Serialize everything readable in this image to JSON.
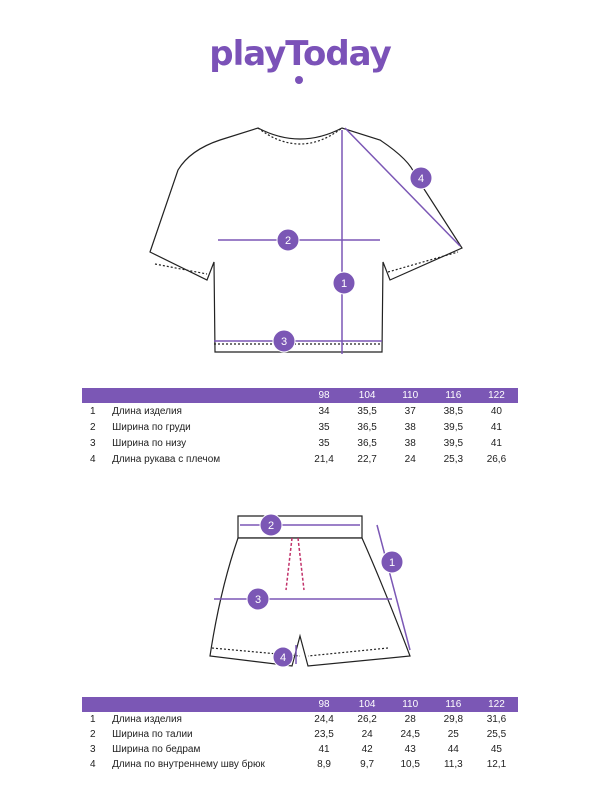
{
  "brand": {
    "logo": "playToday"
  },
  "top": {
    "markers": [
      "1",
      "2",
      "3",
      "4"
    ],
    "sizes": [
      "98",
      "104",
      "110",
      "116",
      "122"
    ],
    "rows": [
      {
        "n": "1",
        "label": "Длина изделия",
        "values": [
          "34",
          "35,5",
          "37",
          "38,5",
          "40"
        ]
      },
      {
        "n": "2",
        "label": "Ширина по груди",
        "values": [
          "35",
          "36,5",
          "38",
          "39,5",
          "41"
        ]
      },
      {
        "n": "3",
        "label": "Ширина по низу",
        "values": [
          "35",
          "36,5",
          "38",
          "39,5",
          "41"
        ]
      },
      {
        "n": "4",
        "label": "Длина рукава с плечом",
        "values": [
          "21,4",
          "22,7",
          "24",
          "25,3",
          "26,6"
        ]
      }
    ]
  },
  "bottom": {
    "markers": [
      "1",
      "2",
      "3",
      "4"
    ],
    "sizes": [
      "98",
      "104",
      "110",
      "116",
      "122"
    ],
    "rows": [
      {
        "n": "1",
        "label": "Длина изделия",
        "values": [
          "24,4",
          "26,2",
          "28",
          "29,8",
          "31,6"
        ]
      },
      {
        "n": "2",
        "label": "Ширина по талии",
        "values": [
          "23,5",
          "24",
          "24,5",
          "25",
          "25,5"
        ]
      },
      {
        "n": "3",
        "label": "Ширина по бедрам",
        "values": [
          "41",
          "42",
          "43",
          "44",
          "45"
        ]
      },
      {
        "n": "4",
        "label": "Длина по внутреннему шву брюк",
        "values": [
          "8,9",
          "9,7",
          "10,5",
          "11,3",
          "12,1"
        ]
      }
    ]
  },
  "colors": {
    "accent": "#7b57b5",
    "cord": "#c2336b"
  }
}
